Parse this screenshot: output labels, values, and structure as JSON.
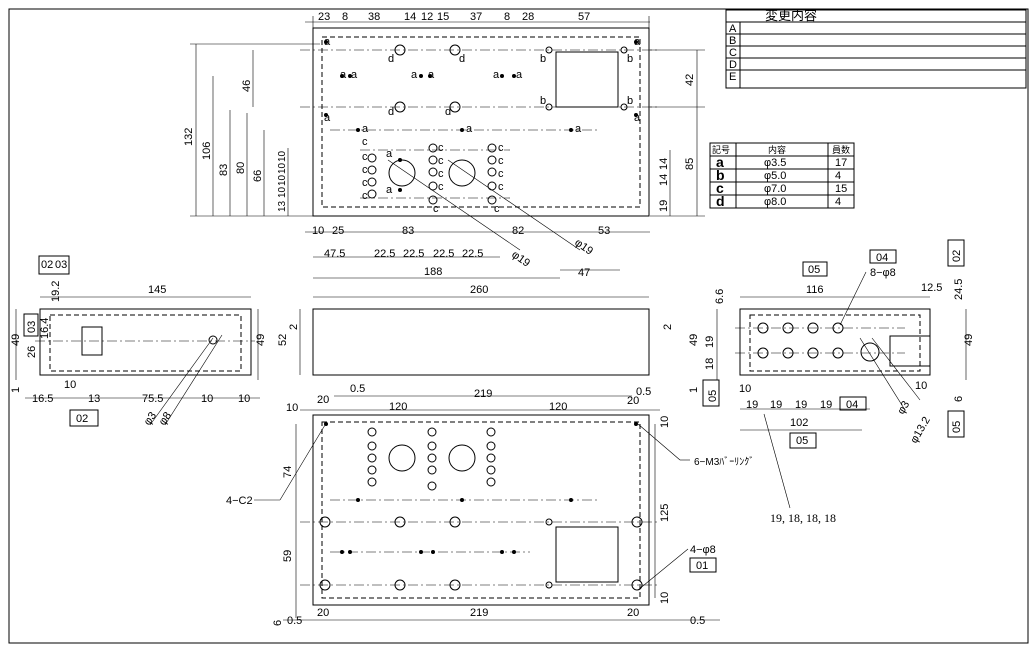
{
  "revision_table": {
    "title": "変更内容",
    "rows": [
      "A",
      "B",
      "C",
      "D",
      "E"
    ]
  },
  "hole_table": {
    "headers": [
      "記号",
      "内容",
      "員数"
    ],
    "rows": [
      {
        "symbol": "a",
        "content": "φ3.5",
        "qty": "17"
      },
      {
        "symbol": "b",
        "content": "φ5.0",
        "qty": "4"
      },
      {
        "symbol": "c",
        "content": "φ7.0",
        "qty": "15"
      },
      {
        "symbol": "d",
        "content": "φ8.0",
        "qty": "4"
      }
    ]
  },
  "top_view": {
    "top_dims": [
      "23",
      "8",
      "38",
      "14",
      "12",
      "15",
      "37",
      "8",
      "28",
      "57"
    ],
    "left_dims": [
      "132",
      "106",
      "83",
      "80",
      "66",
      "46"
    ],
    "stack_dims": [
      "13",
      "10",
      "10",
      "10",
      "10"
    ],
    "right_dims": [
      "42",
      "85",
      "14",
      "14",
      "19"
    ],
    "bottom_row1": [
      "10",
      "25",
      "83",
      "82",
      "53"
    ],
    "bottom_row2": [
      "47.5",
      "22.5",
      "22.5",
      "22.5",
      "22.5"
    ],
    "overall_188": "188",
    "dim_47": "47",
    "phi19_a": "φ19",
    "phi19_b": "φ19",
    "hole_labels": {
      "a": "a",
      "b": "b",
      "c": "c",
      "d": "d"
    }
  },
  "left_view": {
    "tag_02_03": [
      "02",
      "03"
    ],
    "tag_03": "03",
    "tag_02": "02",
    "dim_145": "145",
    "dim_19_2": "19.2",
    "dim_16_4": "16.4",
    "dim_49_left": "49",
    "dim_26": "26",
    "dim_49_right": "49",
    "dim_1": "1",
    "dim_10_a": "10",
    "dim_16_5": "16.5",
    "dim_13": "13",
    "dim_75_5": "75.5",
    "dim_10_b": "10",
    "dim_10_c": "10",
    "phi3": "φ3",
    "phi8": "φ8"
  },
  "front_view": {
    "dim_260": "260",
    "dim_52": "52",
    "dim_2_left": "2",
    "dim_2_right": "2"
  },
  "right_view": {
    "tag_05_top": "05",
    "tag_04_top": "04",
    "tag_02_right": "02",
    "tag_05_left": "05",
    "tag_05_right": "05",
    "tag_04_mid": "04",
    "tag_05_bottom": "05",
    "holes_note": "8−φ8",
    "dim_116": "116",
    "dim_12_5": "12.5",
    "dim_6_6": "6.6",
    "dim_24_5": "24.5",
    "dim_49_left": "49",
    "dim_19": "19",
    "dim_18": "18",
    "dim_1": "1",
    "dim_49_right": "49",
    "dim_6": "6",
    "dim_10_left": "10",
    "dim_10_right": "10",
    "spacing": [
      "19",
      "19",
      "19",
      "19"
    ],
    "dim_102": "102",
    "phi3": "φ3",
    "phi13_2": "φ13.2",
    "note_spacing": "19, 18, 18, 18"
  },
  "bottom_view": {
    "dim_0_5_top_l": "0.5",
    "dim_0_5_top_r": "0.5",
    "dim_219_top": "219",
    "dim_10_tl": "10",
    "dim_20_tl": "20",
    "dim_120_l": "120",
    "dim_120_r": "120",
    "dim_20_tr": "20",
    "dim_10_tr": "10",
    "dim_74": "74",
    "dim_59": "59",
    "dim_125": "125",
    "dim_10_br": "10",
    "dim_6": "6",
    "dim_0_5_bl": "0.5",
    "dim_20_bl": "20",
    "dim_219_bottom": "219",
    "dim_20_br": "20",
    "dim_0_5_br": "0.5",
    "note_c2": "4−C2",
    "note_m3": "6−M3ﾊﾞｰﾘﾝｸﾞ",
    "note_phi8": "4−φ8",
    "tag_01": "01"
  }
}
